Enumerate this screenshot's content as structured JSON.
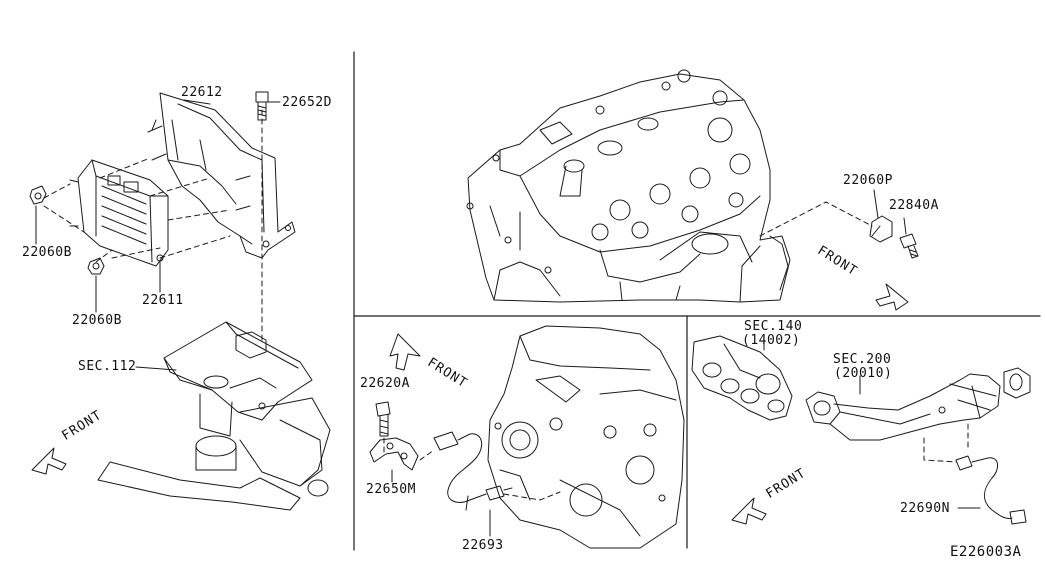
{
  "labels": {
    "p22612": "22612",
    "p22652D": "22652D",
    "p22060B_a": "22060B",
    "p22060B_b": "22060B",
    "p22611": "22611",
    "sec112": "SEC.112",
    "p22060P": "22060P",
    "p22840A": "22840A",
    "p22620A": "22620A",
    "p22650M": "22650M",
    "p22693": "22693",
    "sec140": "SEC.140",
    "sec140_code": "(14002)",
    "sec200": "SEC.200",
    "sec200_code": "(20010)",
    "p22690N": "22690N",
    "figure_id": "E226003A"
  },
  "front_label": "FRONT",
  "colors": {
    "line": "#1a1a1a",
    "background": "#ffffff"
  }
}
